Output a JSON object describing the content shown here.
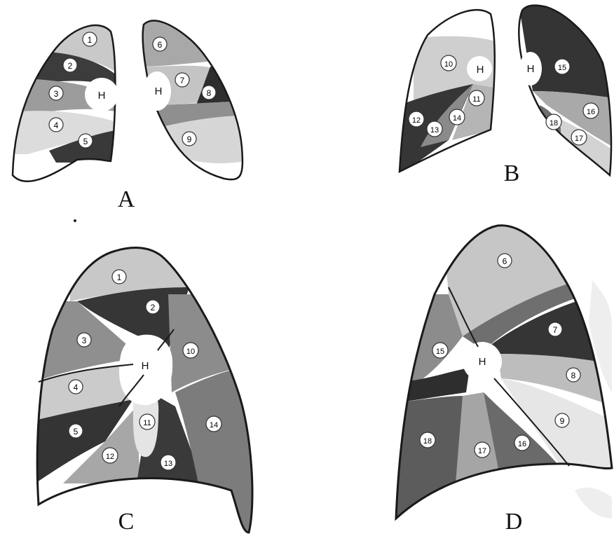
{
  "panels": {
    "A": {
      "caption": "A",
      "hilum": "H",
      "segments": [
        "1",
        "2",
        "3",
        "4",
        "5",
        "6",
        "7",
        "8",
        "9"
      ]
    },
    "B": {
      "caption": "B",
      "hilum": "H",
      "segments": [
        "10",
        "11",
        "12",
        "13",
        "14",
        "15",
        "16",
        "17",
        "18"
      ]
    },
    "C": {
      "caption": "C",
      "hilum": "H",
      "segments": [
        "1",
        "2",
        "3",
        "4",
        "5",
        "10",
        "11",
        "12",
        "13",
        "14"
      ]
    },
    "D": {
      "caption": "D",
      "hilum": "H",
      "segments": [
        "6",
        "7",
        "8",
        "9",
        "15",
        "16",
        "17",
        "18"
      ]
    }
  },
  "colors": {
    "light": "#d9d9d9",
    "mid": "#9e9e9e",
    "dark": "#3a3a3a",
    "outline": "#1a1a1a",
    "white": "#ffffff"
  }
}
